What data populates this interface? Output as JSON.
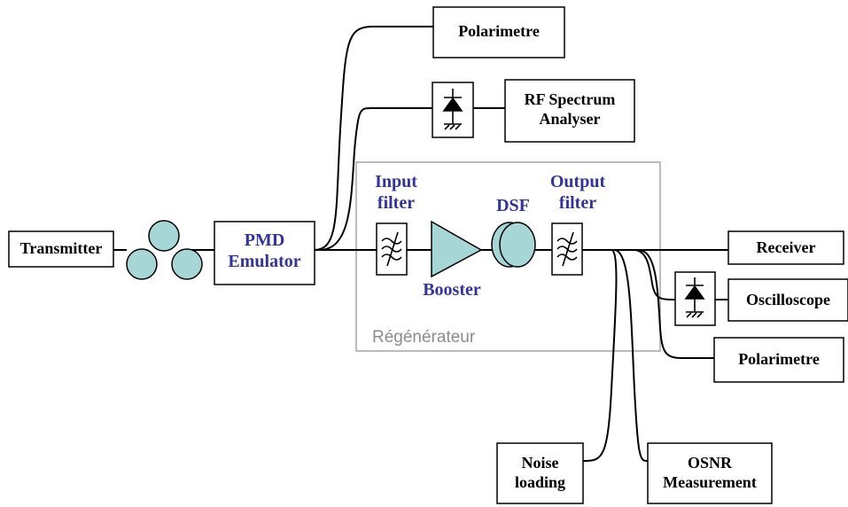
{
  "blocks": {
    "polarimetre_top": "Polarimetre",
    "rf_spectrum": "RF Spectrum\nAnalyser",
    "transmitter": "Transmitter",
    "pmd_emulator": "PMD\nEmulator",
    "receiver": "Receiver",
    "oscilloscope": "Oscilloscope",
    "polarimetre_right": "Polarimetre",
    "noise_loading": "Noise\nloading",
    "osnr": "OSNR\nMeasurement"
  },
  "labels": {
    "input_filter": "Input\nfilter",
    "booster": "Booster",
    "dsf": "DSF",
    "output_filter": "Output\nfilter",
    "regenerator": "Régénérateur"
  },
  "colors": {
    "line": "#000000",
    "component_fill": "#a6d7d6",
    "label_blue": "#333399",
    "regen_border": "#a6a6a6",
    "regen_text": "#8c8c8c"
  },
  "icons": {
    "fiber_spool": "three-circles-icon",
    "filter": "tilde-filter-icon",
    "photodiode": "photodiode-icon",
    "amplifier": "triangle-amplifier-icon",
    "dsf": "fiber-coil-icon"
  }
}
